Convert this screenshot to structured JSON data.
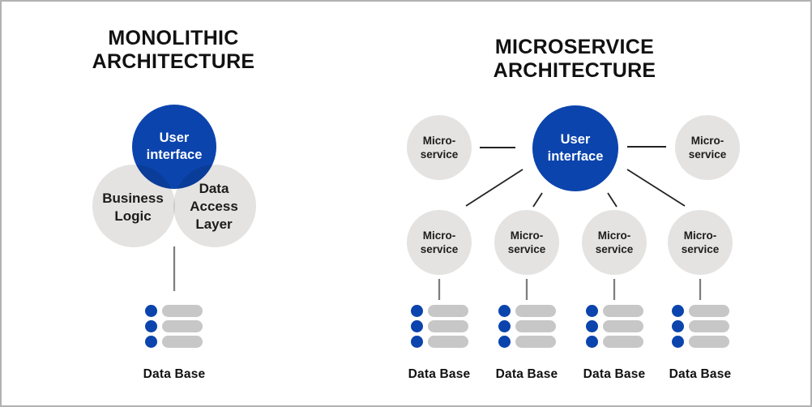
{
  "diagram": {
    "left": {
      "title_line1": "MONOLITHIC",
      "title_line2": "ARCHITECTURE",
      "ui_label": "User interface",
      "logic_label": "Business Logic",
      "data_access_label": "Data Access Layer",
      "db_label": "Data Base"
    },
    "right": {
      "title_line1": "MICROSERVICE",
      "title_line2": "ARCHITECTURE",
      "ui_label": "User interface",
      "service_labels": [
        "Micro-service",
        "Micro-service",
        "Micro-service",
        "Micro-service",
        "Micro-service",
        "Micro-service"
      ],
      "db_labels": [
        "Data Base",
        "Data Base",
        "Data Base",
        "Data Base"
      ]
    }
  },
  "icons": {
    "database": "database-rows-icon"
  },
  "colors": {
    "blue": "#0b44ad",
    "circle_gray": "#e4e3e2",
    "bar_gray": "#c7c7c7",
    "line_dark": "#222222",
    "line_gray": "#7e7e7e",
    "title_color": "#111111",
    "frame_border": "#b2b2b2",
    "background": "#ffffff"
  }
}
